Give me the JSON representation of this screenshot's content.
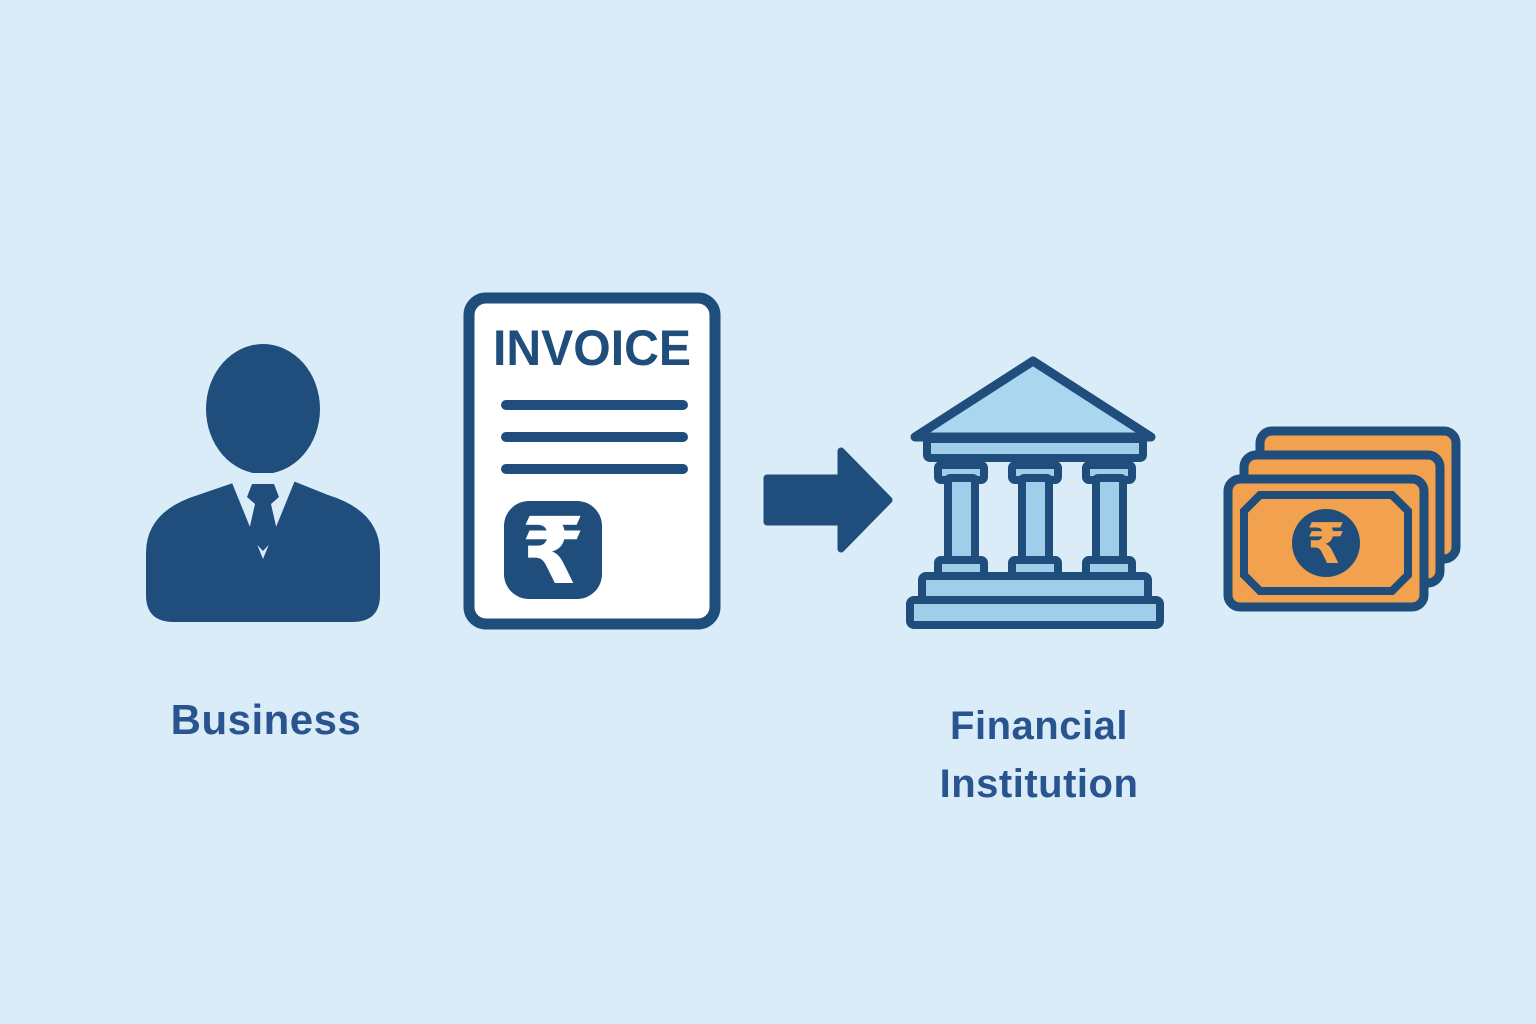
{
  "colors": {
    "background": "#d9ecf8",
    "dark_blue": "#1f4e7c",
    "label_blue": "#2a5490",
    "light_blue": "#9fcdea",
    "pediment_blue": "#abd6ef",
    "orange": "#f2a24e",
    "white": "#ffffff"
  },
  "diagram": {
    "business": {
      "label": "Business"
    },
    "invoice": {
      "title": "INVOICE",
      "currency_symbol": "₹"
    },
    "financial_institution": {
      "label_line1": "Financial",
      "label_line2": "Institution"
    },
    "money": {
      "currency_symbol": "₹"
    }
  }
}
